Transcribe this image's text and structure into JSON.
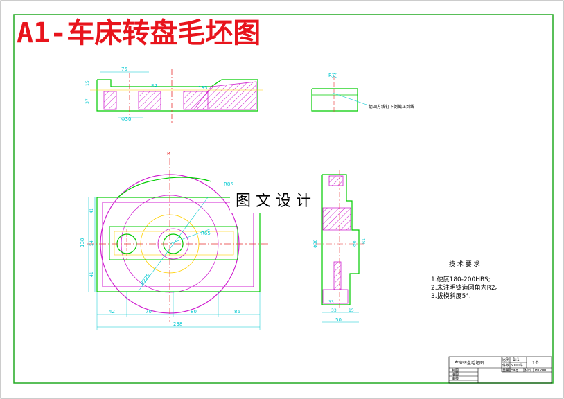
{
  "title": "A1-车床转盘毛坯图",
  "watermark": "图 文 设 计",
  "colors": {
    "title_red": "#e8141c",
    "frame": "#22aa22",
    "outline": "#00cc00",
    "hatch": "#d020d0",
    "dim": "#00c8d0",
    "center": "#e83030",
    "yellow": "#ffd000",
    "text": "#000000"
  },
  "top_view": {
    "dims": [
      "75",
      "84",
      "135",
      "Φ30",
      "15",
      "37"
    ]
  },
  "detail": {
    "radius_label": "R文",
    "note": "箭四方线钉下倒截正到线"
  },
  "front_view": {
    "center_mark": "R",
    "dims": [
      "R85",
      "R65",
      "R225",
      "138",
      "41",
      "54",
      "41",
      "42",
      "70",
      "80",
      "86",
      "238"
    ]
  },
  "side_view": {
    "dims": [
      "Φ30",
      "Φ0",
      "R1",
      "33",
      "33",
      "15",
      "50"
    ]
  },
  "tech_req": {
    "heading": "技 术 要 求",
    "items": [
      "1.硬度180-200HBS;",
      "2.未注明铸造圆角为R2。",
      "3.拔模斜度5°."
    ]
  },
  "title_block": {
    "name": "车床转盘毛坯图",
    "scale_label": "比例",
    "scale_value": "1:1",
    "qty_value": "1个",
    "batch_label": "件数",
    "batch_value": "5000件",
    "weight_label": "重量",
    "weight_value": "5Kg",
    "material_label": "材料",
    "material_value": "HT200",
    "draw_label": "制图",
    "design_label": "描图",
    "check_label": "审核"
  }
}
